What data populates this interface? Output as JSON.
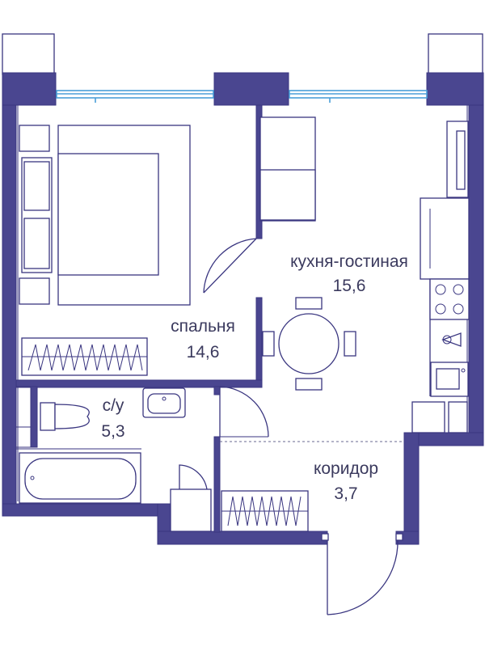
{
  "rooms": {
    "kitchen_living": {
      "name": "кухня-гостиная",
      "area": "15,6"
    },
    "bedroom": {
      "name": "спальня",
      "area": "14,6"
    },
    "bathroom": {
      "name": "с/у",
      "area": "5,3"
    },
    "corridor": {
      "name": "коридор",
      "area": "3,7"
    }
  },
  "colors": {
    "wall": "#4a4690",
    "window": "#4a9ed8",
    "text": "#3b3a5e"
  }
}
